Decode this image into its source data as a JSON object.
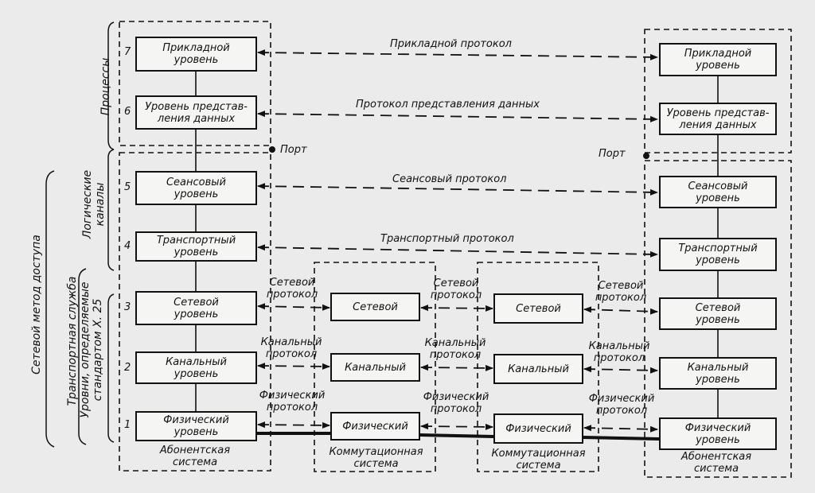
{
  "left_stack": {
    "app": "Прикладной\nуровень",
    "pres": "Уровень представ-\nления данных",
    "sess": "Сеансовый\nуровень",
    "trans": "Транспортный\nуровень",
    "net": "Сетевой\nуровень",
    "link": "Канальный\nуровень",
    "phys": "Физический\nуровень"
  },
  "right_stack": {
    "app": "Прикладной\nуровень",
    "pres": "Уровень представ-\nления данных",
    "sess": "Сеансовый\nуровень",
    "trans": "Транспортный\nуровень",
    "net": "Сетевой\nуровень",
    "link": "Канальный\nуровень",
    "phys": "Физический\nуровень"
  },
  "switch1": {
    "net": "Сетевой",
    "link": "Канальный",
    "phys": "Физический"
  },
  "switch2": {
    "net": "Сетевой",
    "link": "Канальный",
    "phys": "Физический"
  },
  "level_numbers": [
    "7",
    "6",
    "5",
    "4",
    "3",
    "2",
    "1"
  ],
  "protocols": {
    "app": "Прикладной протокол",
    "pres": "Протокол представления данных",
    "sess": "Сеансовый протокол",
    "trans": "Транспортный протокол",
    "net": "Сетевой\nпротокол",
    "link": "Канальный\nпротокол",
    "phys": "Физический\nпротокол"
  },
  "port": "Порт",
  "subscriber_system": "Абонентская\nсистема",
  "switching_system": "Коммутационная\nсистема",
  "side_labels": {
    "processes": "Процессы",
    "logical_channels": "Логические\nканалы",
    "network_access": "Сетевой метод доступа",
    "transport_service": "Транспортная служба",
    "x25": "Уровни, определяемые\nстандартом X. 25"
  }
}
